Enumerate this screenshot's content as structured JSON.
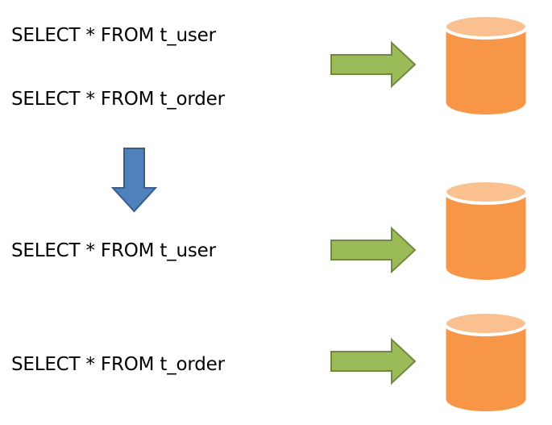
{
  "before": {
    "queries": [
      "SELECT * FROM t_user",
      "SELECT * FROM t_order"
    ]
  },
  "after": {
    "queries": [
      "SELECT * FROM t_user",
      "SELECT * FROM t_order"
    ]
  },
  "colors": {
    "arrow_right_fill": "#9bbb59",
    "arrow_right_stroke": "#71893f",
    "arrow_down_fill": "#4f81bd",
    "arrow_down_stroke": "#385d8a",
    "database_body": "#f79646",
    "database_top": "#fac090",
    "database_rim": "#ffffff",
    "text": "#000000"
  },
  "icons": {
    "database": "database-cylinder-icon",
    "arrow_right": "arrow-right-icon",
    "arrow_down": "arrow-down-icon"
  }
}
